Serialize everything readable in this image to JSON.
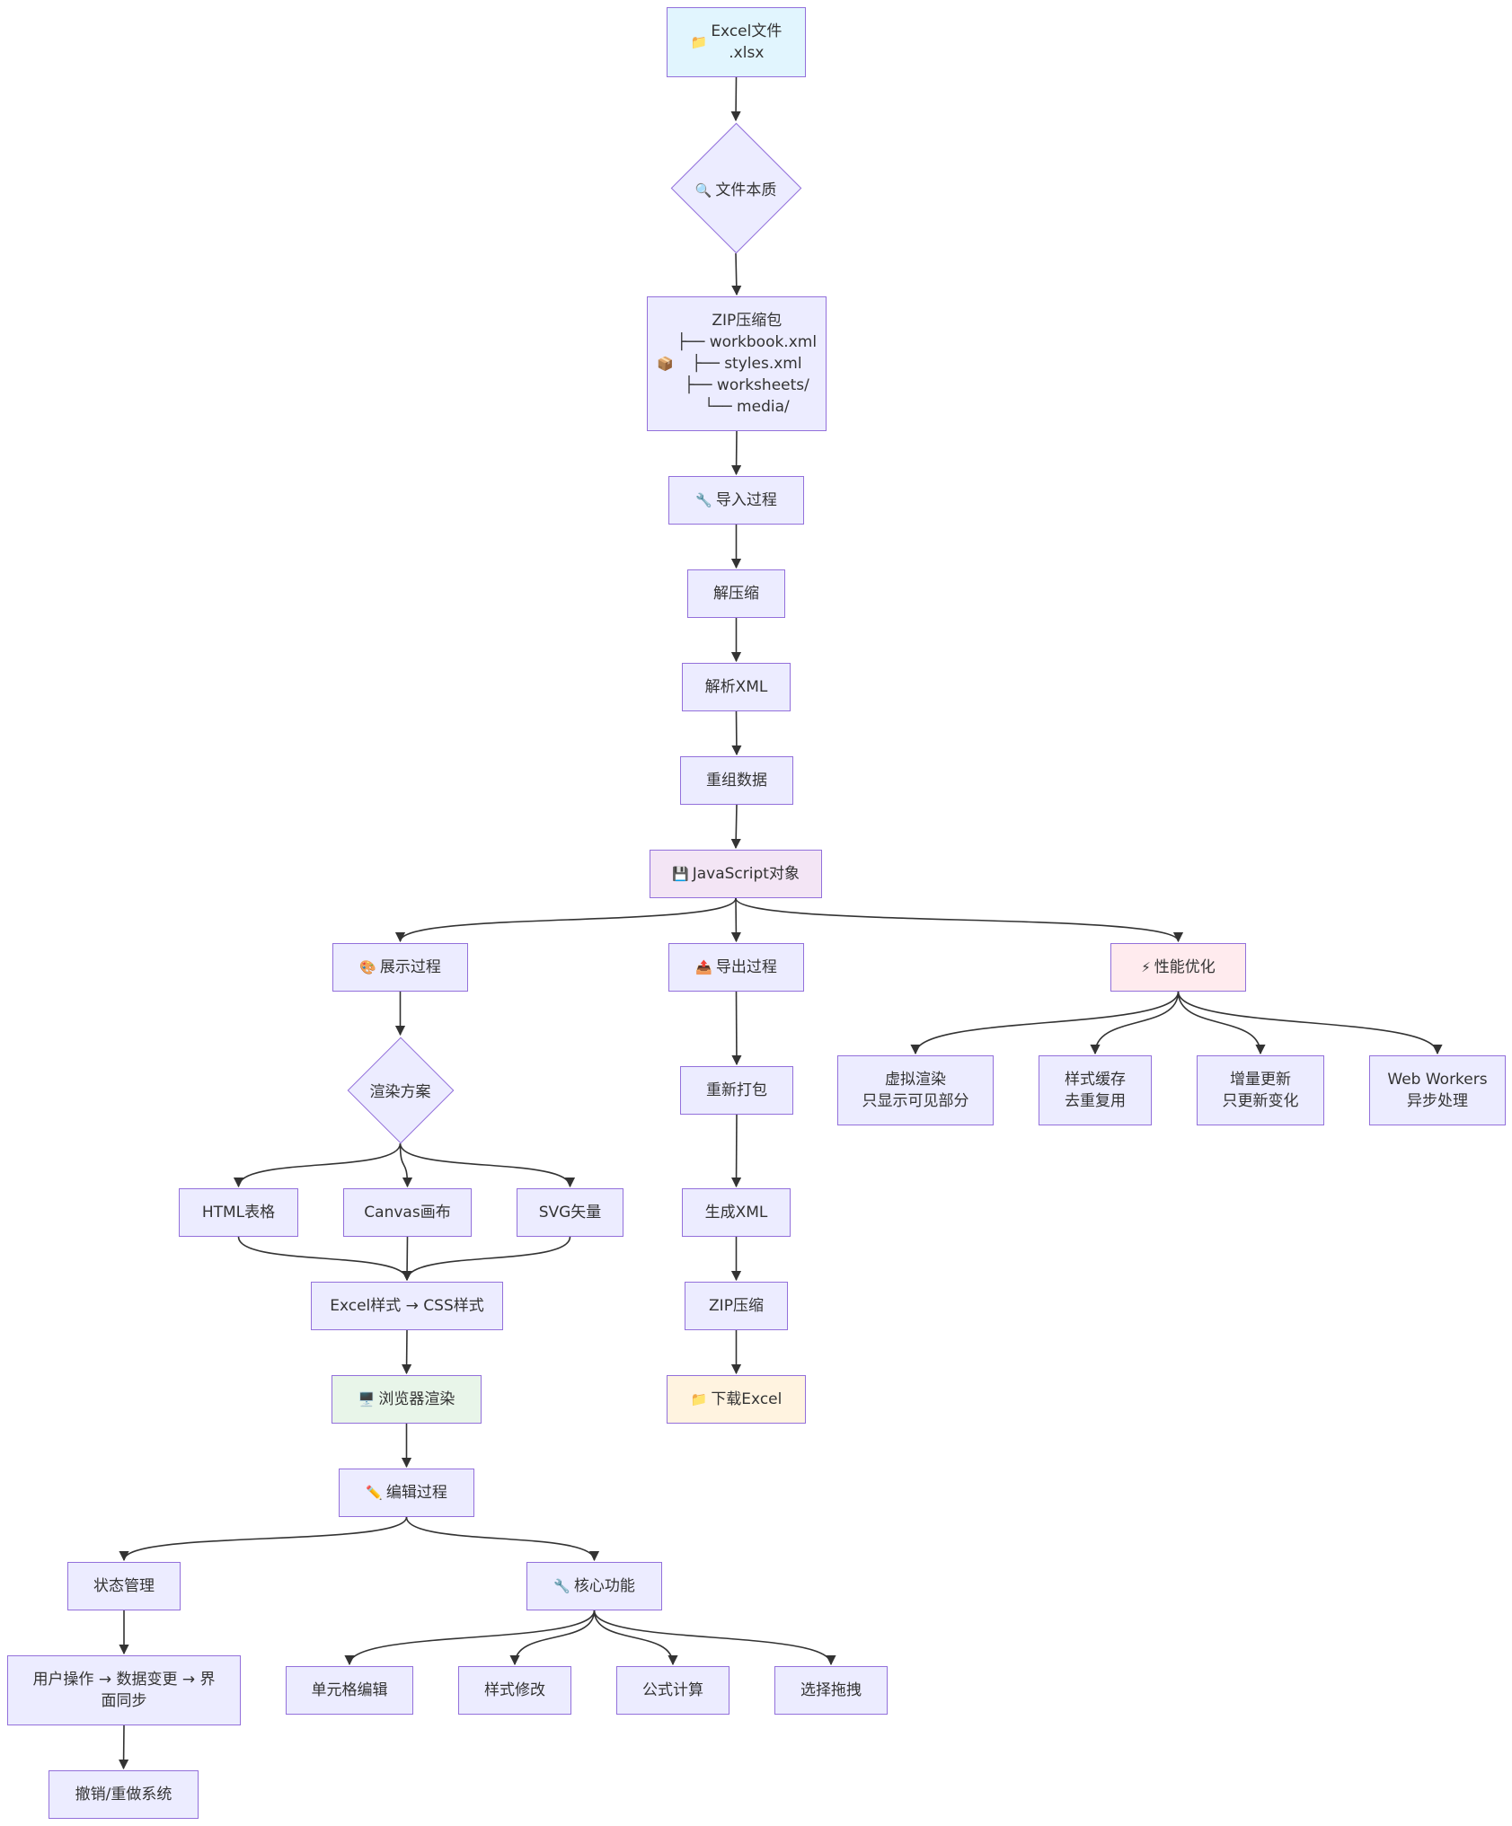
{
  "nodes": {
    "excel": {
      "icon": "📁",
      "text": "Excel文件\n.xlsx"
    },
    "nature": {
      "icon": "🔍",
      "text": "文件本质"
    },
    "zip": {
      "icon": "📦",
      "text": "ZIP压缩包\n├── workbook.xml\n├── styles.xml\n├── worksheets/\n└── media/"
    },
    "import": {
      "icon": "🔧",
      "text": "导入过程"
    },
    "unzip": {
      "text": "解压缩"
    },
    "parse_xml": {
      "text": "解析XML"
    },
    "reorg": {
      "text": "重组数据"
    },
    "js_obj": {
      "icon": "💾",
      "text": "JavaScript对象"
    },
    "display": {
      "icon": "🎨",
      "text": "展示过程"
    },
    "export": {
      "icon": "📤",
      "text": "导出过程"
    },
    "perf": {
      "icon": "⚡",
      "text": "性能优化"
    },
    "render_plan": {
      "text": "渲染方案"
    },
    "virtual": {
      "text": "虚拟渲染\n只显示可见部分"
    },
    "style_cache": {
      "text": "样式缓存\n去重复用"
    },
    "incremental": {
      "text": "增量更新\n只更新变化"
    },
    "workers": {
      "text": "Web Workers\n异步处理"
    },
    "repack": {
      "text": "重新打包"
    },
    "html_table": {
      "text": "HTML表格"
    },
    "canvas": {
      "text": "Canvas画布"
    },
    "svg": {
      "text": "SVG矢量"
    },
    "gen_xml": {
      "text": "生成XML"
    },
    "css": {
      "text": "Excel样式 → CSS样式"
    },
    "zip_compress": {
      "text": "ZIP压缩"
    },
    "browser": {
      "icon": "🖥️",
      "text": "浏览器渲染"
    },
    "download": {
      "icon": "📁",
      "text": "下载Excel"
    },
    "edit": {
      "icon": "✏️",
      "text": "编辑过程"
    },
    "state": {
      "text": "状态管理"
    },
    "core": {
      "icon": "🔧",
      "text": "核心功能"
    },
    "user_flow": {
      "text": "用户操作 → 数据变更 → 界\n面同步"
    },
    "cell_edit": {
      "text": "单元格编辑"
    },
    "style_mod": {
      "text": "样式修改"
    },
    "formula": {
      "text": "公式计算"
    },
    "select_drag": {
      "text": "选择拖拽"
    },
    "undo_redo": {
      "text": "撤销/重做系统"
    }
  },
  "edges": [
    [
      "excel",
      "nature"
    ],
    [
      "nature",
      "zip"
    ],
    [
      "zip",
      "import"
    ],
    [
      "import",
      "unzip"
    ],
    [
      "unzip",
      "parse_xml"
    ],
    [
      "parse_xml",
      "reorg"
    ],
    [
      "reorg",
      "js_obj"
    ],
    [
      "js_obj",
      "display"
    ],
    [
      "js_obj",
      "export"
    ],
    [
      "js_obj",
      "perf"
    ],
    [
      "display",
      "render_plan"
    ],
    [
      "render_plan",
      "html_table"
    ],
    [
      "render_plan",
      "canvas"
    ],
    [
      "render_plan",
      "svg"
    ],
    [
      "html_table",
      "css"
    ],
    [
      "canvas",
      "css"
    ],
    [
      "svg",
      "css"
    ],
    [
      "css",
      "browser"
    ],
    [
      "browser",
      "edit"
    ],
    [
      "edit",
      "state"
    ],
    [
      "edit",
      "core"
    ],
    [
      "state",
      "user_flow"
    ],
    [
      "user_flow",
      "undo_redo"
    ],
    [
      "core",
      "cell_edit"
    ],
    [
      "core",
      "style_mod"
    ],
    [
      "core",
      "formula"
    ],
    [
      "core",
      "select_drag"
    ],
    [
      "export",
      "repack"
    ],
    [
      "repack",
      "gen_xml"
    ],
    [
      "gen_xml",
      "zip_compress"
    ],
    [
      "zip_compress",
      "download"
    ],
    [
      "perf",
      "virtual"
    ],
    [
      "perf",
      "style_cache"
    ],
    [
      "perf",
      "incremental"
    ],
    [
      "perf",
      "workers"
    ]
  ],
  "colors": {
    "node_fill": "#ececff",
    "node_border": "#9370db",
    "edge": "#333333",
    "start_fill": "#e1f5fe",
    "js_fill": "#f3e5f5",
    "perf_fill": "#ffebee",
    "browser_fill": "#e8f5e9",
    "download_fill": "#fff3e0"
  }
}
